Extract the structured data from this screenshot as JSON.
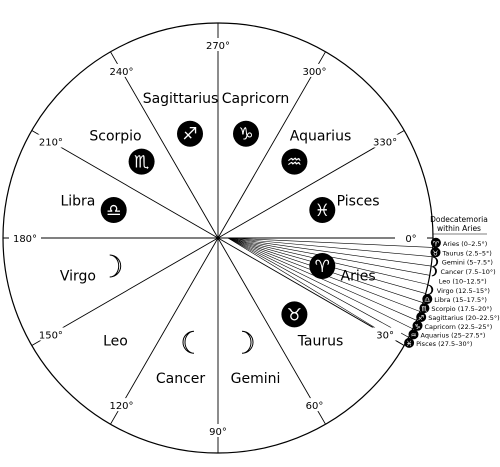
{
  "degree_labels": [
    {
      "angle": 0,
      "text": "0°"
    },
    {
      "angle": 30,
      "text": "30°"
    },
    {
      "angle": 60,
      "text": "60°"
    },
    {
      "angle": 90,
      "text": "90°"
    },
    {
      "angle": 120,
      "text": "120°"
    },
    {
      "angle": 150,
      "text": "150°"
    },
    {
      "angle": 180,
      "text": "180°"
    },
    {
      "angle": 210,
      "text": "210°"
    },
    {
      "angle": 240,
      "text": "240°"
    },
    {
      "angle": 270,
      "text": "270°"
    },
    {
      "angle": 300,
      "text": "300°"
    },
    {
      "angle": 330,
      "text": "330°"
    }
  ],
  "signs": [
    {
      "name": "Aries",
      "start": 0,
      "symbol": "♈",
      "icon": "aries-icon"
    },
    {
      "name": "Taurus",
      "start": 30,
      "symbol": "♉",
      "icon": "taurus-icon"
    },
    {
      "name": "Gemini",
      "start": 60,
      "symbol": "",
      "icon": "crescent-moon-icon"
    },
    {
      "name": "Cancer",
      "start": 90,
      "symbol": "",
      "icon": "crescent-moon-icon"
    },
    {
      "name": "Leo",
      "start": 120,
      "symbol": "",
      "icon": "none"
    },
    {
      "name": "Virgo",
      "start": 150,
      "symbol": "",
      "icon": "crescent-moon-icon"
    },
    {
      "name": "Libra",
      "start": 180,
      "symbol": "♎",
      "icon": "libra-icon"
    },
    {
      "name": "Scorpio",
      "start": 210,
      "symbol": "♏",
      "icon": "scorpio-icon"
    },
    {
      "name": "Sagittarius",
      "start": 240,
      "symbol": "♐",
      "icon": "sagittarius-icon"
    },
    {
      "name": "Capricorn",
      "start": 270,
      "symbol": "♑",
      "icon": "capricorn-icon"
    },
    {
      "name": "Aquarius",
      "start": 300,
      "symbol": "♒",
      "icon": "aquarius-icon"
    },
    {
      "name": "Pisces",
      "start": 330,
      "symbol": "♓",
      "icon": "pisces-icon"
    }
  ],
  "dodecatemoria": {
    "title_line1": "Dodecatemoria",
    "title_line2": "within Aries",
    "items": [
      {
        "label": "Aries  (0–2.5°)",
        "symbol": "♈",
        "style": "dark"
      },
      {
        "label": "Taurus  (2.5–5°)",
        "symbol": "♉",
        "style": "dark"
      },
      {
        "label": "Gemini (5–7.5°)",
        "symbol": "",
        "style": "moon"
      },
      {
        "label": "Cancer (7.5–10°)",
        "symbol": "",
        "style": "moon"
      },
      {
        "label": "Leo (10–12.5°)",
        "symbol": "",
        "style": "none"
      },
      {
        "label": "Virgo  (12.5–15°)",
        "symbol": "",
        "style": "moon"
      },
      {
        "label": "Libra (15–17.5°)",
        "symbol": "♎",
        "style": "dark"
      },
      {
        "label": "Scorpio  (17.5–20°)",
        "symbol": "♏",
        "style": "dark"
      },
      {
        "label": "Sagittarius (20–22.5°)",
        "symbol": "♐",
        "style": "dark"
      },
      {
        "label": "Capricorn (22.5–25°)",
        "symbol": "♑",
        "style": "dark"
      },
      {
        "label": "Aquarius (25–27.5°)",
        "symbol": "♒",
        "style": "dark"
      },
      {
        "label": "Pisces (27.5–30°)",
        "symbol": "♓",
        "style": "dark"
      }
    ]
  },
  "colors": {
    "line": "#000000",
    "icon_fill": "#000000",
    "icon_glyph": "#ffffff",
    "background": "#ffffff"
  }
}
